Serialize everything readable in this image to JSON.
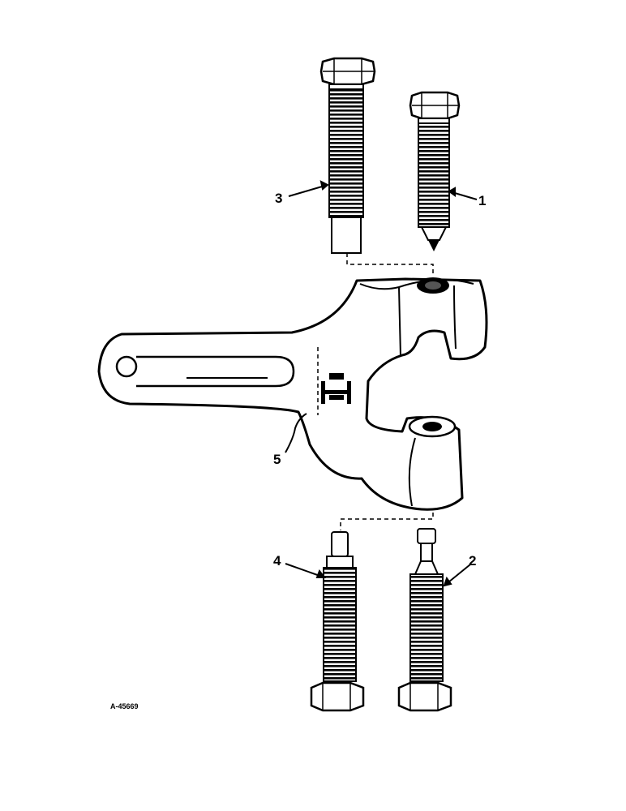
{
  "callouts": {
    "part1": "1",
    "part2": "2",
    "part3": "3",
    "part4": "4",
    "part5": "5"
  },
  "figure_id": "A-45669"
}
